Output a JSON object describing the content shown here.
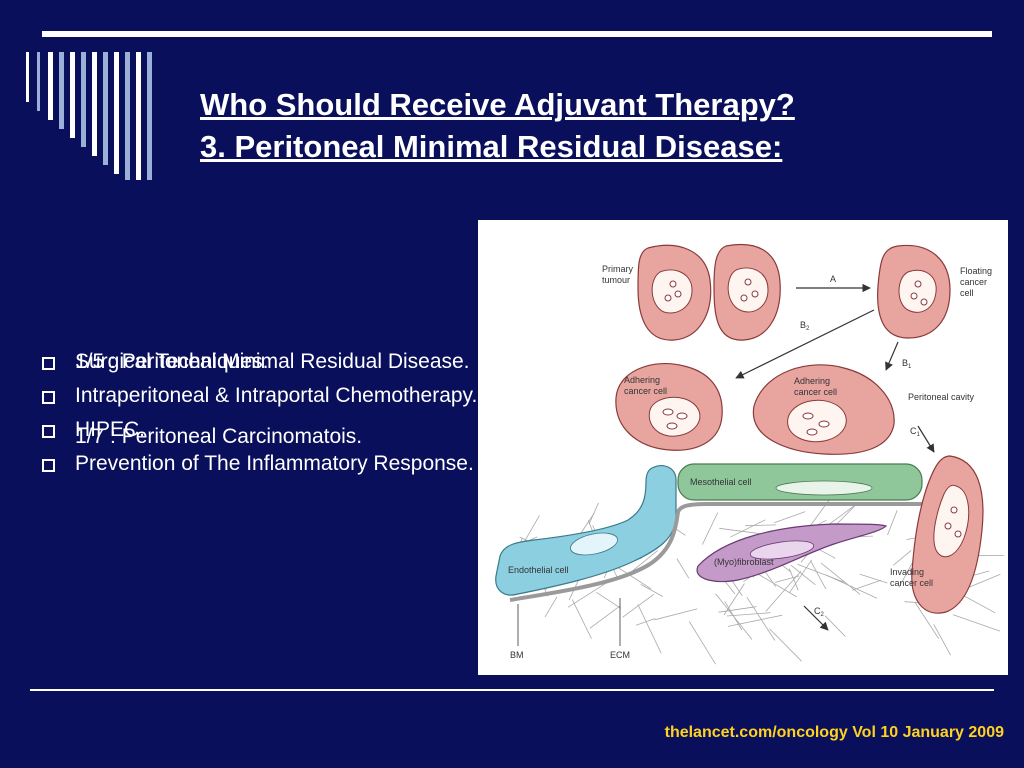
{
  "title": {
    "line1": "Who Should Receive Adjuvant Therapy?",
    "line2": "3. Peritoneal Minimal Residual Disease:"
  },
  "bullets": [
    "1/5 : Peritoneal Minimal Residual Disease.",
    "Intraperitoneal & Intraportal Chemotherapy.",
    "HIPEC.",
    "Prevention of The Inflammatory Response."
  ],
  "overlay_bullets": [
    "Surgical Techniques.",
    "1/7 : Peritoneal Carcinomatois."
  ],
  "figure": {
    "labels": {
      "primary_tumour": [
        "Primary",
        "tumour"
      ],
      "floating": [
        "Floating",
        "cancer",
        "cell"
      ],
      "adhering_left": [
        "Adhering",
        "cancer cell"
      ],
      "adhering_right": [
        "Adhering",
        "cancer cell"
      ],
      "peritoneal_cavity": "Peritoneal cavity",
      "mesothelial": "Mesothelial cell",
      "endothelial": "Endothelial cell",
      "myofibroblast": "(Myo)fibroblast",
      "invading": [
        "Invading",
        "cancer cell"
      ],
      "bm": "BM",
      "ecm": "ECM",
      "arrow_a": "A",
      "arrow_b2": "B",
      "arrow_b2_sub": "2",
      "arrow_b1": "B",
      "arrow_b1_sub": "1",
      "arrow_c1": "C",
      "arrow_c1_sub": "1",
      "arrow_c2": "C",
      "arrow_c2_sub": "2"
    },
    "colors": {
      "cell_fill": "#e8a5a0",
      "cell_stroke": "#8a3a3a",
      "mesothelial_fill": "#8fc79a",
      "endothelial_fill": "#8ccfe0",
      "fibroblast_fill": "#c49ac8"
    }
  },
  "citation": "thelancet.com/oncology Vol 10 January 2009",
  "colors": {
    "background": "#0a0f5c",
    "citation": "#ffd21f",
    "text": "#ffffff",
    "stripe_light": "#ffffff",
    "stripe_dark": "#9ab0d8"
  }
}
